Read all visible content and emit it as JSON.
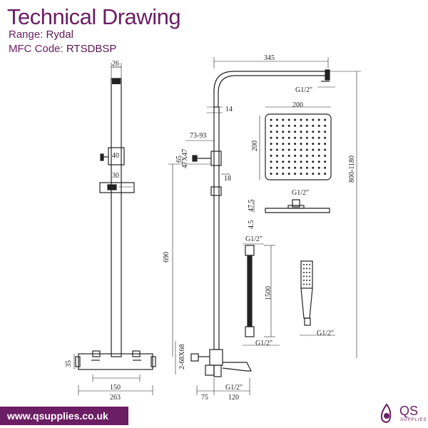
{
  "header": {
    "title": "Technical Drawing",
    "range_label": "Range:",
    "range_value": "Rydal",
    "mfc_label": "MFC Code:",
    "mfc_value": "RTSDBSP"
  },
  "dimensions": {
    "rail_width": "26",
    "holder_height": "40",
    "holder_gap": "30",
    "valve_height": "35",
    "valve_inner": "150",
    "valve_width": "263",
    "arm_length": "345",
    "arm_outlet": "G1/2\"",
    "arm_drop": "14",
    "slider_range": "73-93",
    "holder_offset": "65",
    "holder_size": "47X47",
    "slider_gap": "18",
    "riser_height": "690",
    "total_height": "800-1180",
    "inlet_spec": "2-68X68",
    "spout_offset": "75",
    "spout_length": "120",
    "inlet_thread": "G1/2\"",
    "head_width": "200",
    "head_height": "200",
    "head_thread": "G1/2\"",
    "head_depth": "47.5",
    "head_thickness": "4.5",
    "hose_top": "G1/2\"",
    "hose_length": "1500",
    "hose_bottom": "G1/2\"",
    "handset_thread": "G1/2\""
  },
  "footer": {
    "url": "www.qsupplies.co.uk",
    "logo": "QS",
    "logo_sub": "SUPPLIES"
  },
  "colors": {
    "brand": "#6b1e63",
    "line": "#222222"
  }
}
